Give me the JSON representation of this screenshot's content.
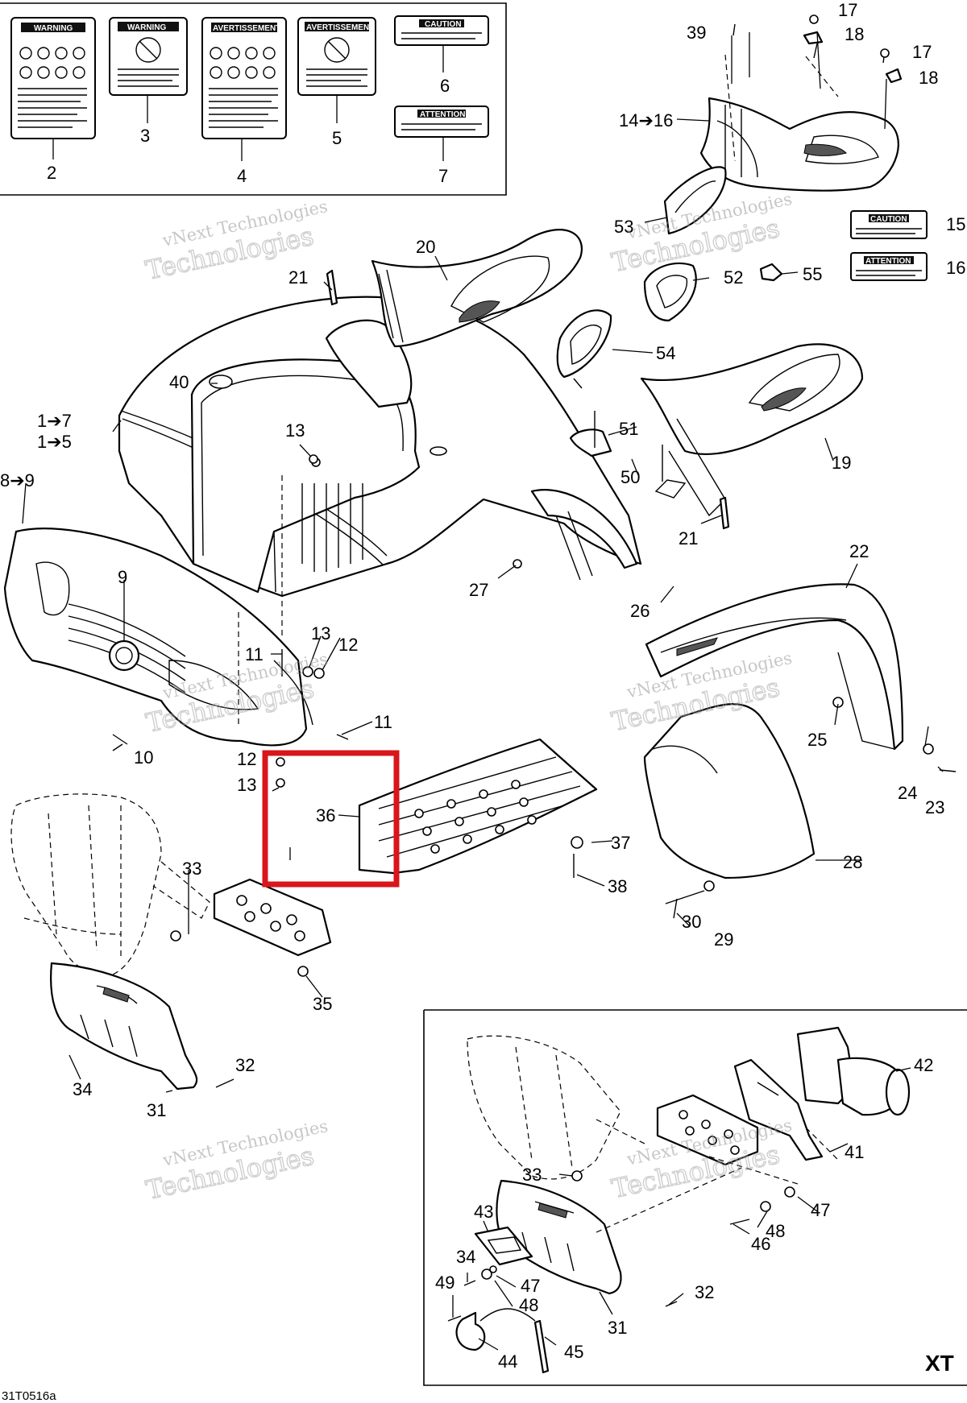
{
  "diagram": {
    "drawing_code": "31T0516a",
    "inset_label": "XT",
    "watermark": {
      "line1": "vNext Technologies",
      "line2": "Technologies"
    },
    "highlight": {
      "callout": "36",
      "color": "#d8161b"
    },
    "warning_labels": {
      "l2": "WARNING",
      "l3": "WARNING",
      "l4": "AVERTISSEMENT",
      "l5": "AVERTISSEMENT",
      "l6": "CAUTION",
      "l7": "ATTENTION",
      "l15": "CAUTION",
      "l16": "ATTENTION"
    },
    "callouts": {
      "c2": "2",
      "c3": "3",
      "c4": "4",
      "c5": "5",
      "c6": "6",
      "c7": "7",
      "c17a": "17",
      "c18a": "18",
      "c39": "39",
      "c17b": "17",
      "c18b": "18",
      "c14": "14➔16",
      "c15": "15",
      "c16": "16",
      "c53": "53",
      "c20": "20",
      "c21a": "21",
      "c52": "52",
      "c55": "55",
      "c54": "54",
      "c40": "40",
      "c1a": "1➔7",
      "c1b": "1➔5",
      "c13a": "13",
      "c51": "51",
      "c19": "19",
      "c8": "8➔9",
      "c50": "50",
      "c21b": "21",
      "c22": "22",
      "c9": "9",
      "c27": "27",
      "c26": "26",
      "c13b": "13",
      "c12a": "12",
      "c11a": "11",
      "c11b": "11",
      "c10": "10",
      "c25": "25",
      "c12b": "12",
      "c13c": "13",
      "c36": "36",
      "c37": "37",
      "c24": "24",
      "c23": "23",
      "c28": "28",
      "c38": "38",
      "c33a": "33",
      "c30": "30",
      "c29": "29",
      "c35": "35",
      "c32a": "32",
      "c34a": "34",
      "c31a": "31",
      "c42": "42",
      "c41": "41",
      "c33b": "33",
      "c47a": "47",
      "c43": "43",
      "c48a": "48",
      "c46": "46",
      "c34b": "34",
      "c47b": "47",
      "c49": "49",
      "c48b": "48",
      "c32b": "32",
      "c31b": "31",
      "c45": "45",
      "c44": "44"
    }
  }
}
